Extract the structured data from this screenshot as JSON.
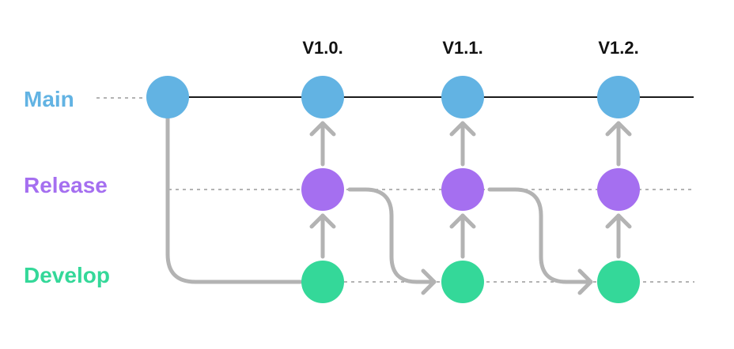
{
  "lanes": {
    "main": "Main",
    "release": "Release",
    "develop": "Develop"
  },
  "versions": [
    "V1.0.",
    "V1.1.",
    "V1.2."
  ],
  "colors": {
    "main": "#62b3e3",
    "release": "#a56ff0",
    "develop": "#34d899",
    "connector": "#b3b3b3",
    "trunk_line": "#1a1a1a",
    "dotted_line": "#9a9a9a"
  }
}
